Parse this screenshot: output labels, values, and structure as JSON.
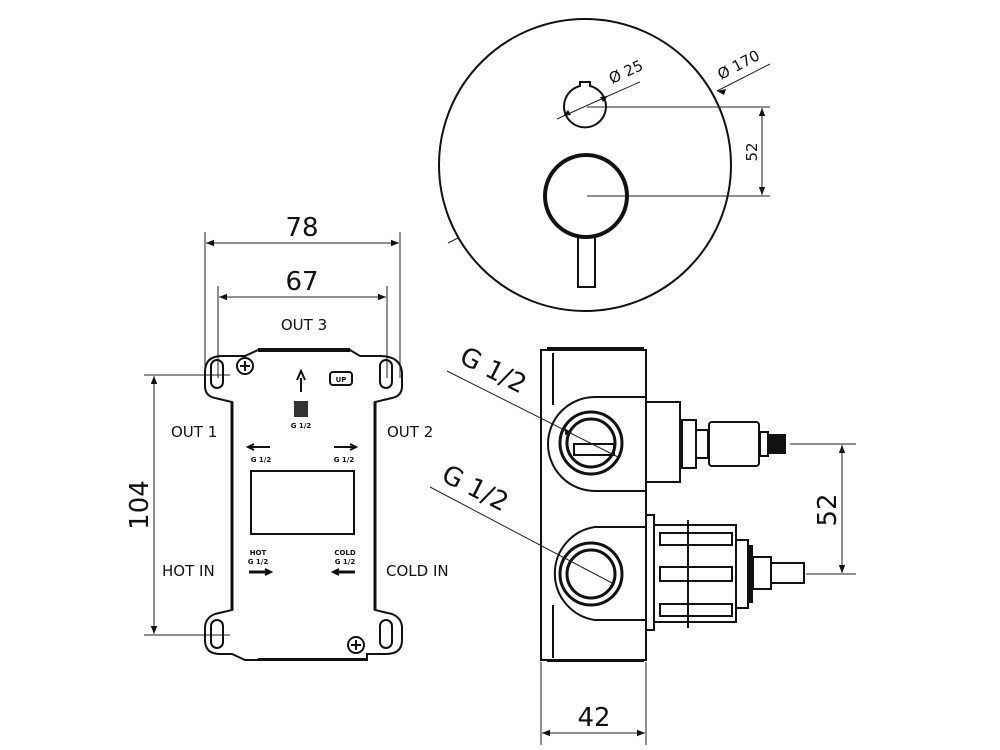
{
  "title": "Concealed shower mixer with diverter — technical drawing",
  "front_plate": {
    "plate_diameter": "Ø 170",
    "diverter_diameter": "Ø 25",
    "center_distance": "52"
  },
  "box_view": {
    "outer_width": "78",
    "inner_width": "67",
    "height": "104",
    "ports": {
      "out3": "OUT 3",
      "out1": "OUT 1",
      "out2": "OUT 2",
      "hot_in": "HOT IN",
      "cold_in": "COLD IN"
    },
    "markings": {
      "up": "UP",
      "top_thread": "G 1/2",
      "left_thread": "G 1/2",
      "right_thread": "G 1/2",
      "hot": "HOT",
      "hot_thread": "G 1/2",
      "cold": "COLD",
      "cold_thread": "G 1/2"
    }
  },
  "side_view": {
    "upper_thread": "G 1/2",
    "lower_thread": "G 1/2",
    "spindle_distance": "52",
    "depth": "42"
  }
}
